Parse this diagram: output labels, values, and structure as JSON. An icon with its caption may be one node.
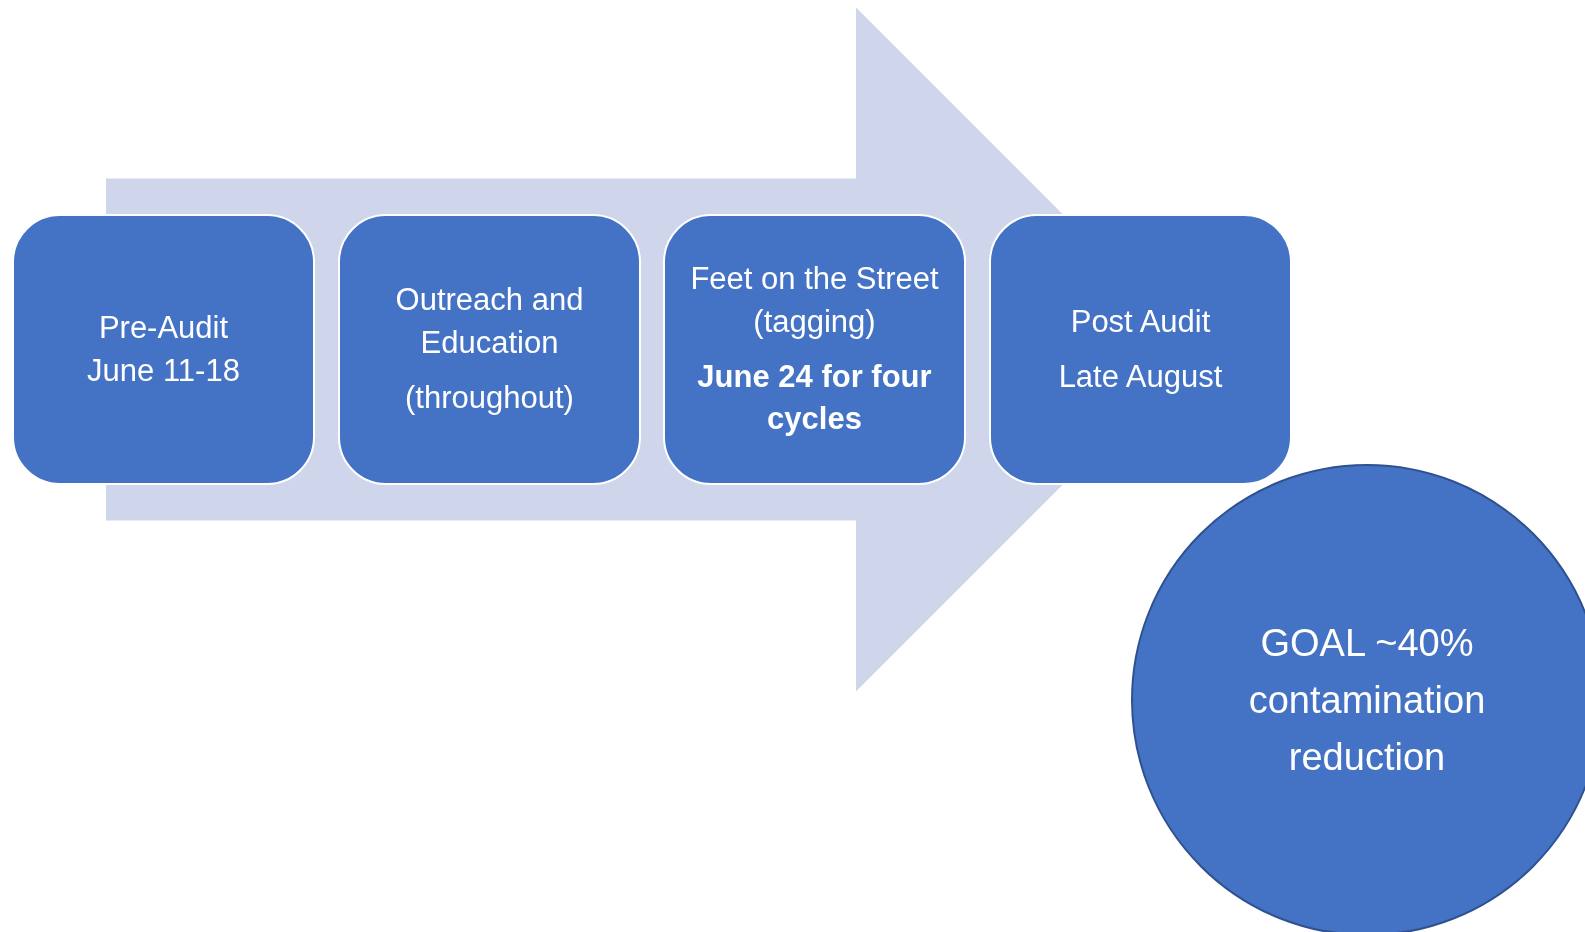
{
  "diagram": {
    "nodes": [
      {
        "text": [
          "Pre-Audit June 11-18"
        ]
      },
      {
        "text": [
          "Outreach and Education",
          "(throughout)"
        ]
      },
      {
        "text": [
          "Feet on the Street (tagging)",
          "**June 24 for four cycles**"
        ]
      },
      {
        "text": [
          "Post Audit",
          "Late August"
        ]
      },
      {
        "text": [
          "GOAL ~40% contamination reduction"
        ]
      }
    ],
    "edges": [
      {
        "from": 0,
        "to": 3,
        "arrow": "to",
        "style": "thick"
      }
    ]
  }
}
